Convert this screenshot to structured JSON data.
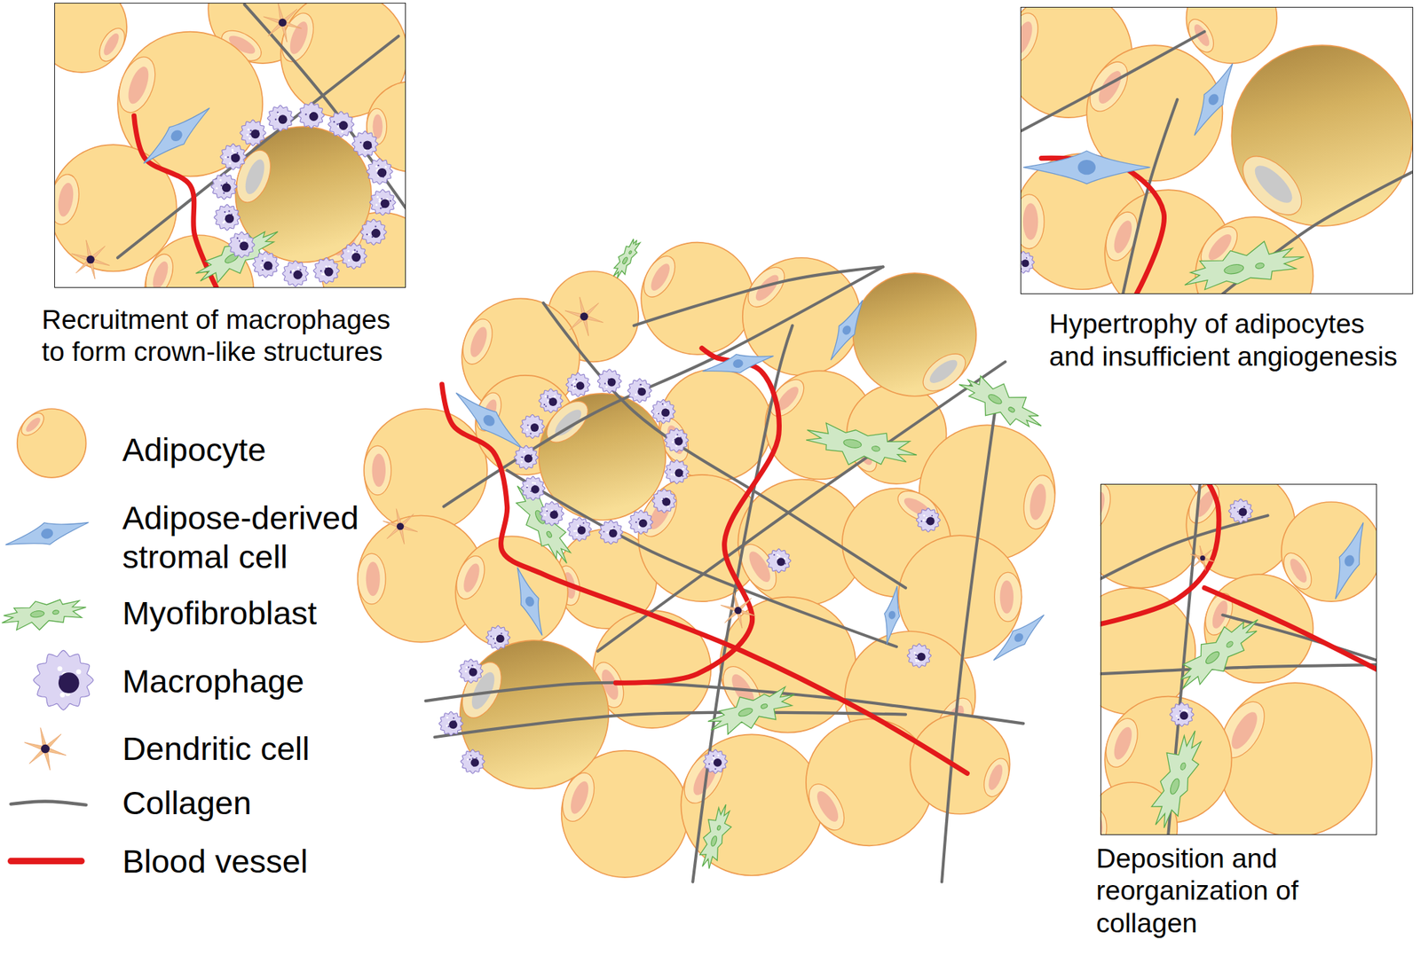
{
  "diagram": {
    "nodes": [
      {
        "text": [
          "Recruitment of macrophages to form crown-like structures"
        ]
      },
      {
        "text": [
          "Hypertrophy of adipocytes and insufficient angiogenesis"
        ]
      },
      {
        "text": [
          "Deposition and reorganization of collagen"
        ]
      }
    ],
    "legend": [
      {
        "text": "Adipocyte"
      },
      {
        "text": "Adipose-derived stromal cell"
      },
      {
        "text": "Myofibroblast"
      },
      {
        "text": "Macrophage"
      },
      {
        "text": "Dendritic cell"
      },
      {
        "text": "Collagen"
      },
      {
        "text": "Blood vessel"
      }
    ]
  }
}
